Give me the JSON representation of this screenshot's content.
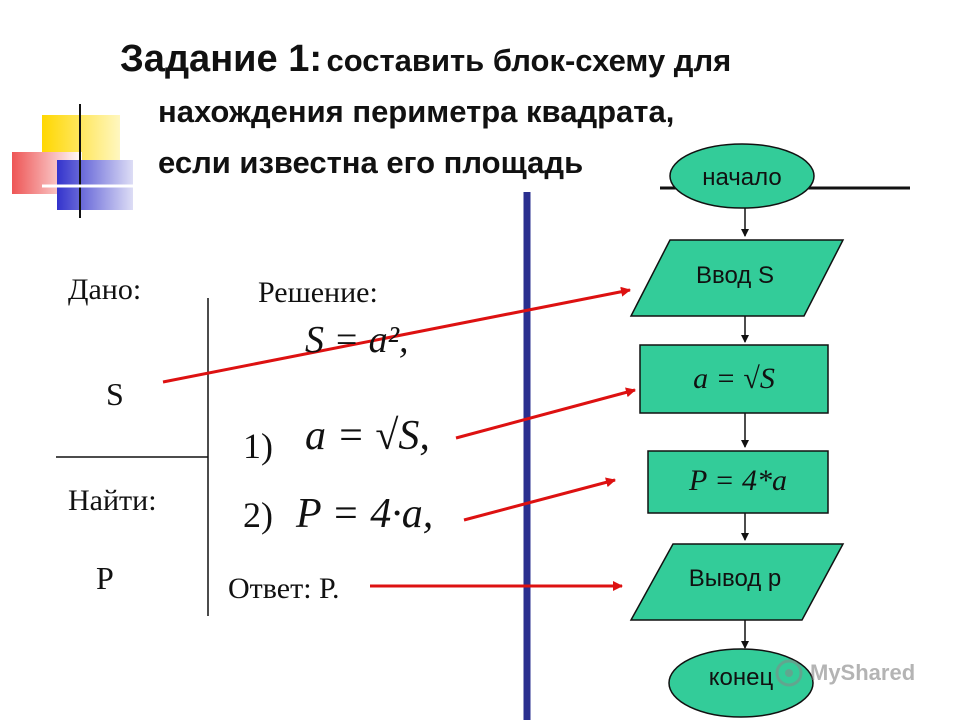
{
  "title": {
    "prefix": "Задание 1:",
    "line1_rest": "составить блок-схему для",
    "line2": "нахождения  периметра квадрата,",
    "line3": "если известна его площадь"
  },
  "given": {
    "label": "Дано:",
    "value": "S",
    "find_label": "Найти:",
    "find_value": "P"
  },
  "solution": {
    "label": "Решение:",
    "formula": "S = a²,",
    "step1_num": "1)",
    "step1": "a = √S,",
    "step2_num": "2)",
    "step2": "P = 4·a,",
    "answer": "Ответ: Р."
  },
  "flowchart": {
    "start": "начало",
    "input": "Ввод S",
    "process1": "a = √S",
    "process2": "P = 4*a",
    "output": "Вывод р",
    "end": "конец"
  },
  "watermark": "MyShared",
  "colors": {
    "shape_fill": "#33CC99",
    "arrow": "#DD1111",
    "divider": "#2A2F8F",
    "deco_yellow": "#FFD700",
    "deco_blue": "#3333CC",
    "deco_red": "#EE5555"
  }
}
